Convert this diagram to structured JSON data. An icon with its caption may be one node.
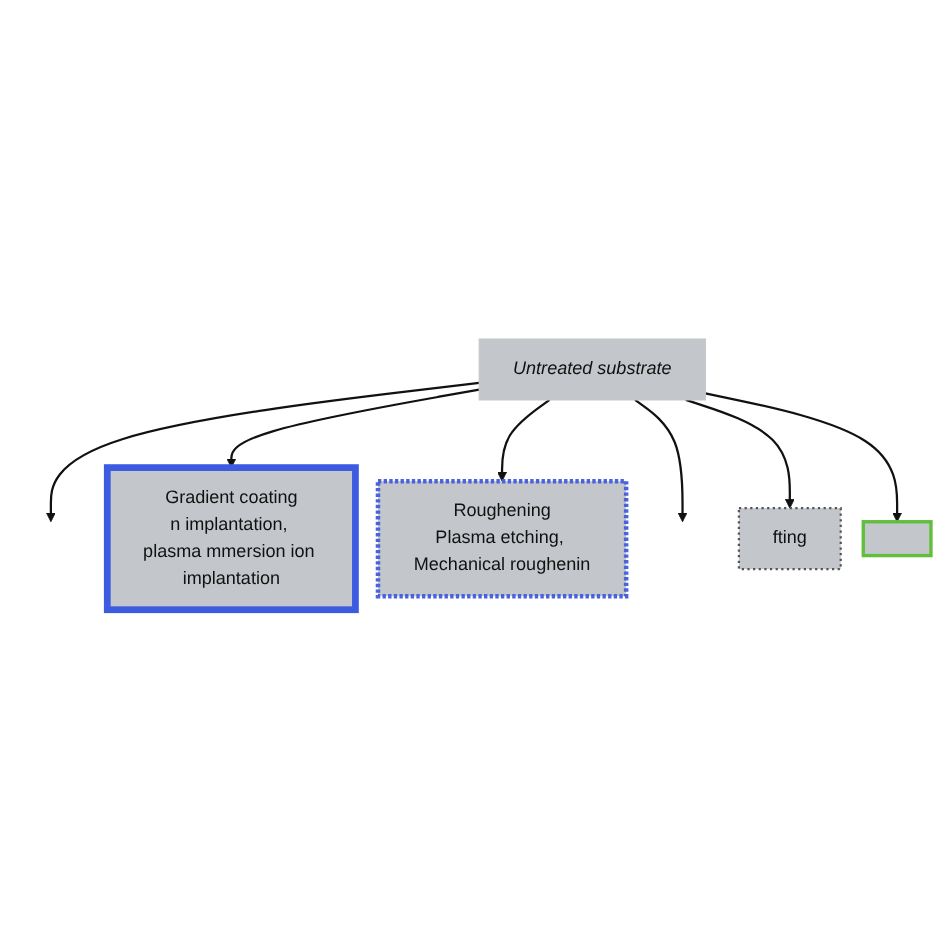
{
  "diagram": {
    "nodes": [
      {
        "text": [
          "Untreated substrate"
        ]
      },
      {
        "text": [
          "Gradient coating",
          "n implantation, plasma mmersion ion implantation"
        ]
      },
      {
        "text": [
          "Roughening",
          "Plasma etching, Mechanical roughenin"
        ]
      },
      {
        "text": [
          "fting"
        ]
      },
      {
        "text": [],
        "shape": "box"
      }
    ],
    "edges": [
      {
        "from": 0,
        "to": null,
        "arrow": "to"
      },
      {
        "from": 0,
        "to": 1,
        "arrow": "to"
      },
      {
        "from": 0,
        "to": 2,
        "arrow": "to"
      },
      {
        "from": 0,
        "to": null,
        "arrow": "to"
      },
      {
        "from": 0,
        "to": 3,
        "arrow": "to"
      },
      {
        "from": 0,
        "to": 4,
        "arrow": "to"
      }
    ]
  }
}
